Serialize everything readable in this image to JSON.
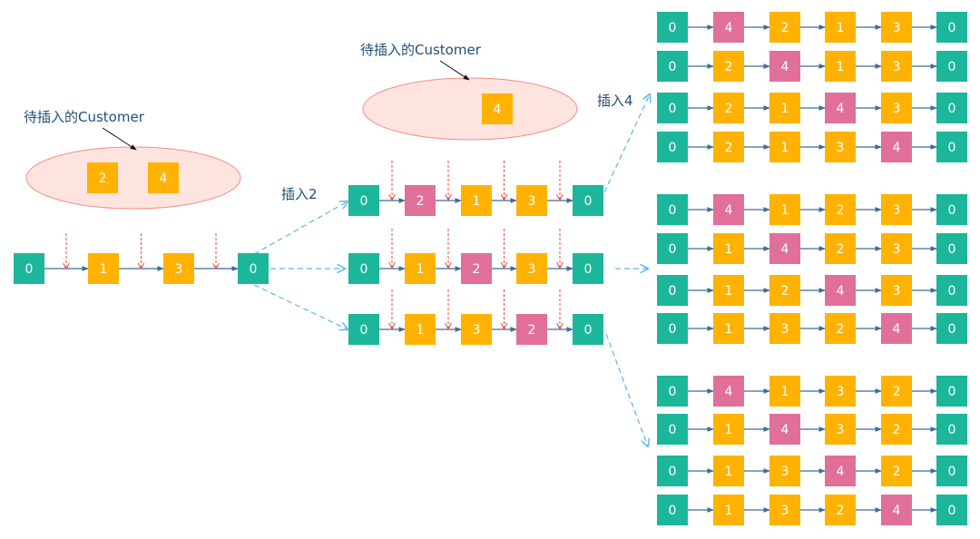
{
  "labels": {
    "pending_left": "待插入的Customer",
    "pending_mid": "待插入的Customer",
    "insert_2": "插入2",
    "insert_4": "插入4"
  },
  "colors": {
    "depot": "#1cb79a",
    "existing": "#ffb300",
    "inserted": "#e0709a",
    "edge": "#3d6c96",
    "candidate_arrow": "#ef4a4a",
    "branch_arrow": "#5bb8e8",
    "bubble_fill": "#fde4de",
    "bubble_stroke": "#f08f87"
  },
  "pending_customers_left": [
    "2",
    "4"
  ],
  "pending_customers_mid": [
    "4"
  ],
  "initial_route": [
    "0",
    "1",
    "3",
    "0"
  ],
  "routes_after_insert_2": [
    [
      "0",
      "2",
      "1",
      "3",
      "0"
    ],
    [
      "0",
      "1",
      "2",
      "3",
      "0"
    ],
    [
      "0",
      "1",
      "3",
      "2",
      "0"
    ]
  ],
  "routes_after_insert_4": [
    [
      [
        "0",
        "4",
        "2",
        "1",
        "3",
        "0"
      ],
      [
        "0",
        "2",
        "4",
        "1",
        "3",
        "0"
      ],
      [
        "0",
        "2",
        "1",
        "4",
        "3",
        "0"
      ],
      [
        "0",
        "2",
        "1",
        "3",
        "4",
        "0"
      ]
    ],
    [
      [
        "0",
        "4",
        "1",
        "2",
        "3",
        "0"
      ],
      [
        "0",
        "1",
        "4",
        "2",
        "3",
        "0"
      ],
      [
        "0",
        "1",
        "2",
        "4",
        "3",
        "0"
      ],
      [
        "0",
        "1",
        "3",
        "2",
        "4",
        "0"
      ]
    ],
    [
      [
        "0",
        "4",
        "1",
        "3",
        "2",
        "0"
      ],
      [
        "0",
        "1",
        "4",
        "3",
        "2",
        "0"
      ],
      [
        "0",
        "1",
        "3",
        "4",
        "2",
        "0"
      ],
      [
        "0",
        "1",
        "3",
        "2",
        "4",
        "0"
      ]
    ]
  ]
}
